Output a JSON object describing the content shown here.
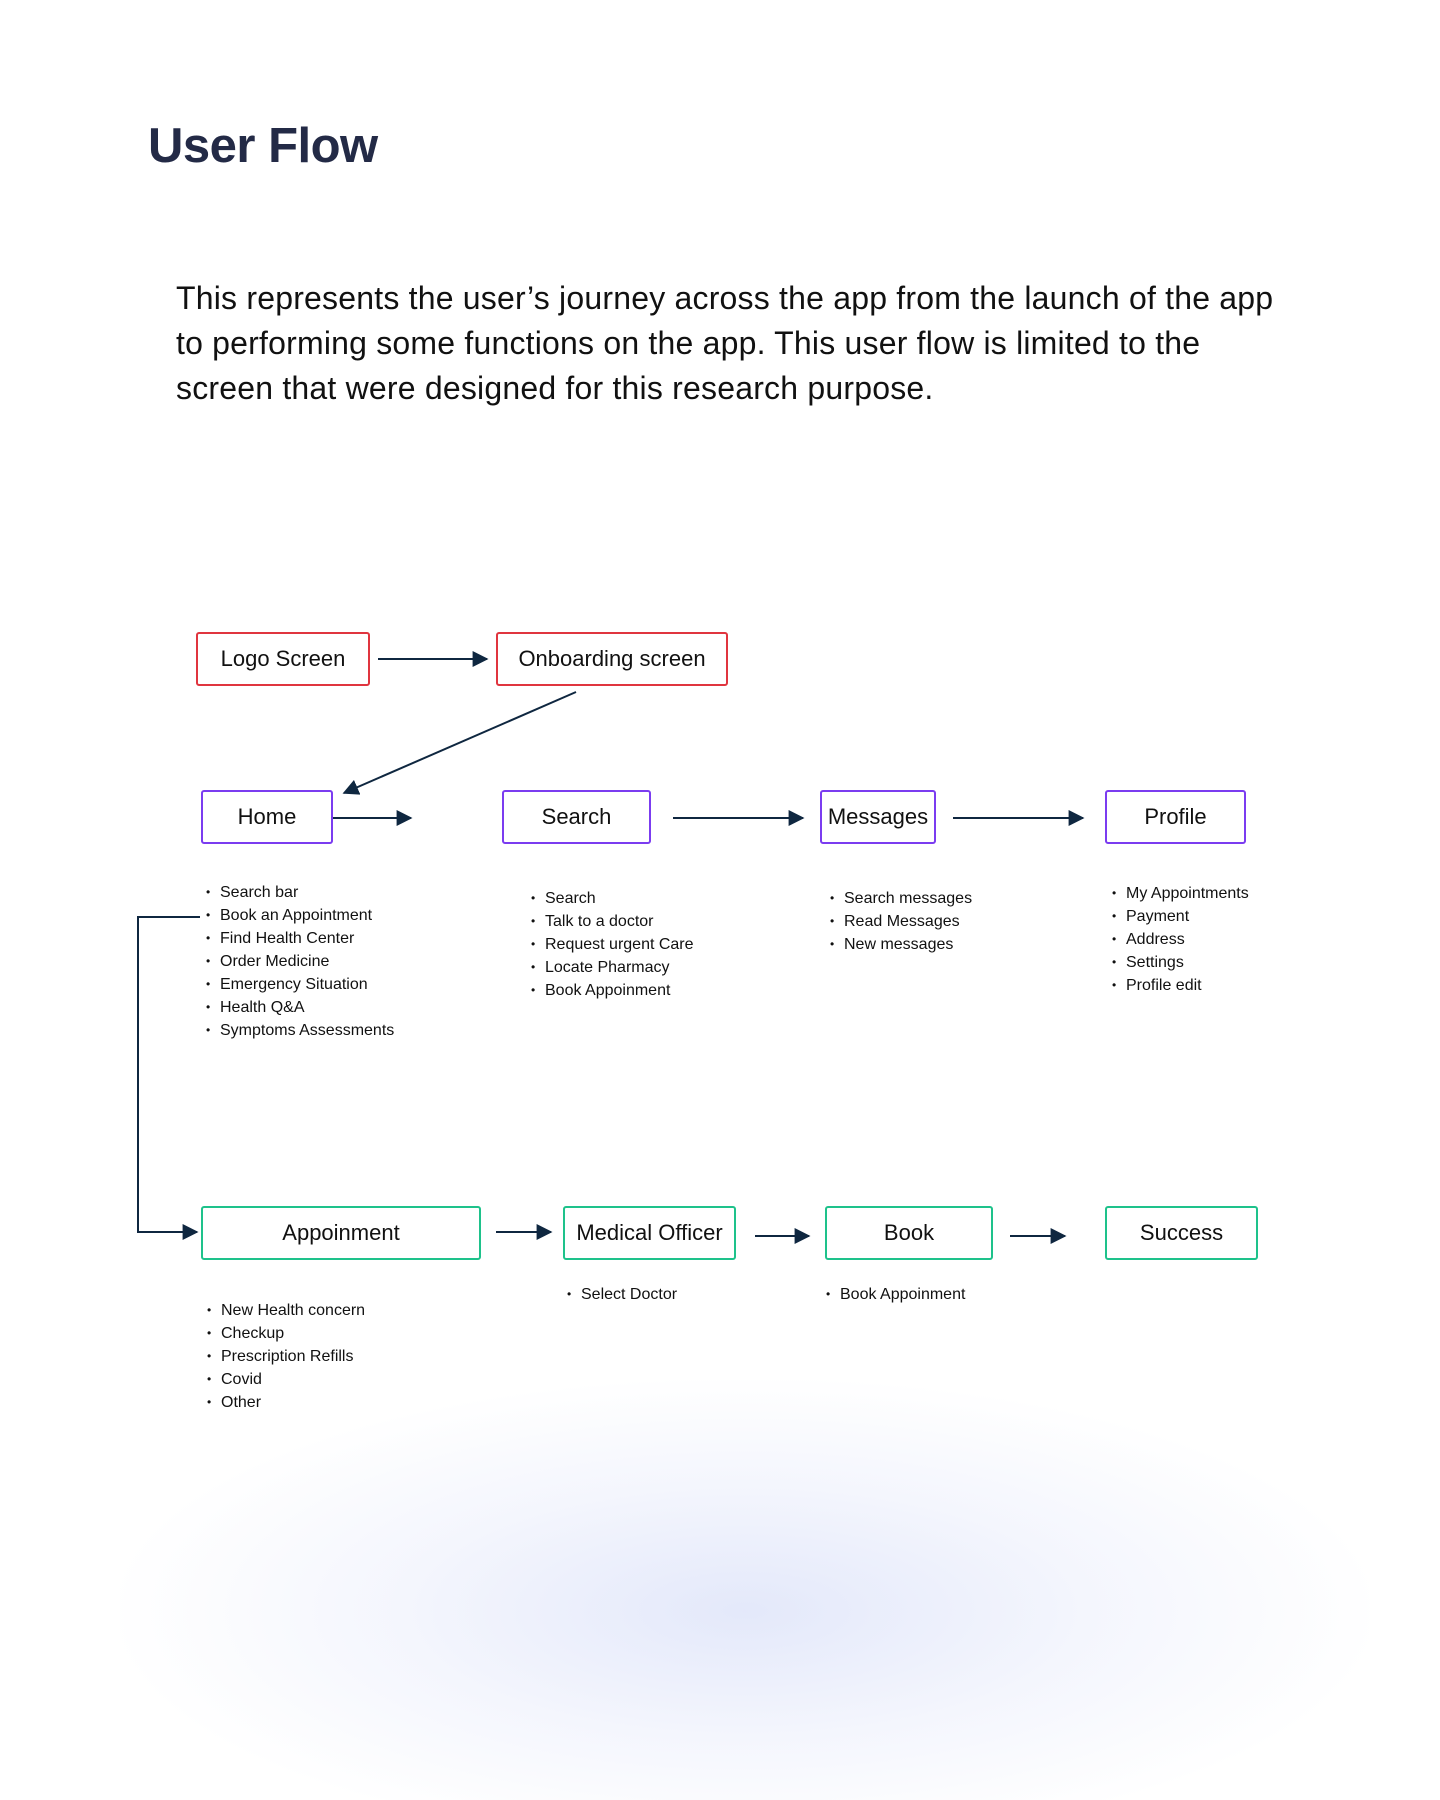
{
  "title": "User Flow",
  "description": "This represents the user’s journey across the app from the launch of the app to performing some functions on the app. This user flow is limited to the screen that were designed for this research purpose.",
  "colors": {
    "title": "#232a46",
    "launch_border": "#e0353f",
    "main_border": "#7b3cf0",
    "booking_border": "#1ec28b",
    "arrow": "#0f2740"
  },
  "nodes": {
    "logo": "Logo Screen",
    "onboarding": "Onboarding screen",
    "home": "Home",
    "search": "Search",
    "messages": "Messages",
    "profile": "Profile",
    "appointment": "Appoinment",
    "medical_officer": "Medical Officer",
    "book": "Book",
    "success": "Success"
  },
  "lists": {
    "home": [
      "Search bar",
      "Book an Appointment",
      "Find Health Center",
      "Order Medicine",
      "Emergency Situation",
      "Health Q&A",
      "Symptoms Assessments"
    ],
    "search": [
      "Search",
      "Talk to a doctor",
      "Request urgent Care",
      "Locate Pharmacy",
      "Book Appoinment"
    ],
    "messages": [
      "Search messages",
      "Read Messages",
      "New messages"
    ],
    "profile": [
      "My Appointments",
      "Payment",
      "Address",
      "Settings",
      "Profile edit"
    ],
    "appointment": [
      "New Health concern",
      "Checkup",
      "Prescription Refills",
      "Covid",
      "Other"
    ],
    "medical_officer": [
      "Select Doctor"
    ],
    "book": [
      "Book Appoinment"
    ]
  }
}
